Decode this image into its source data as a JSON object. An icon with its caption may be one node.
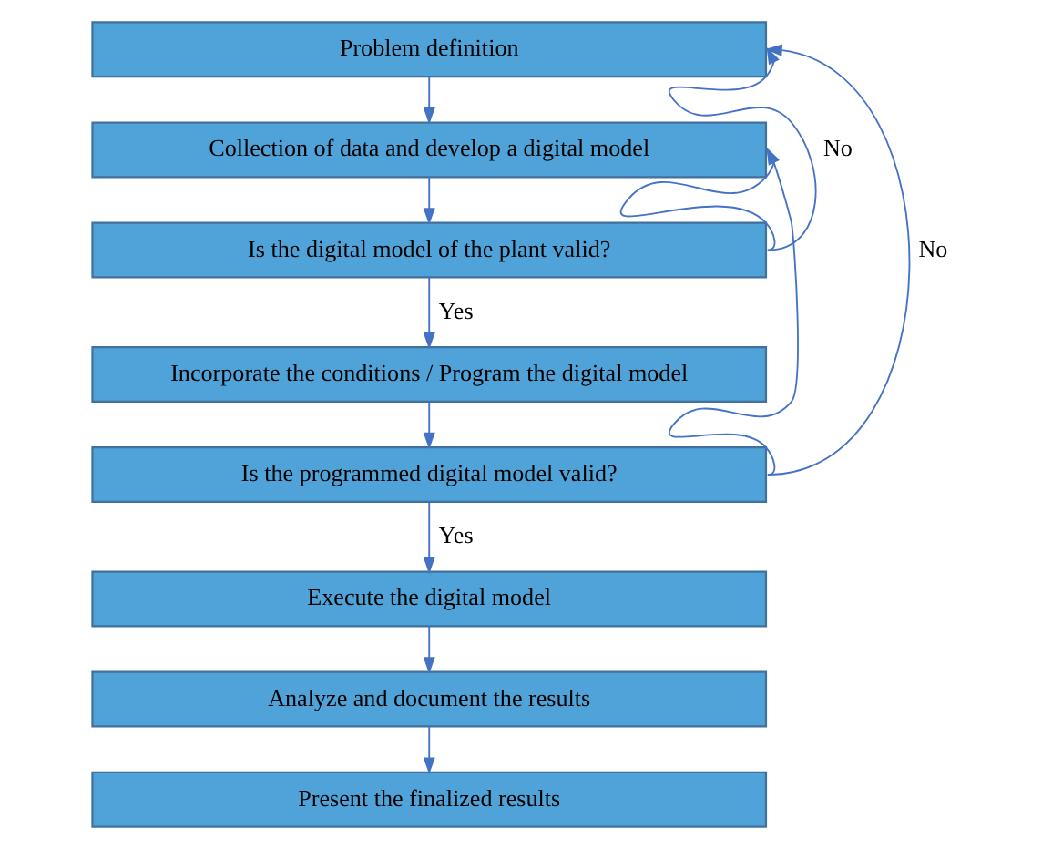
{
  "diagram": {
    "nodes": [
      {
        "text": [
          "Problem definition"
        ]
      },
      {
        "text": [
          "Collection of data and develop a digital model"
        ]
      },
      {
        "text": [
          "Is the digital model of the plant valid?"
        ]
      },
      {
        "text": [
          "Incorporate the conditions / Program the digital model"
        ]
      },
      {
        "text": [
          "Is the programmed digital model valid?"
        ]
      },
      {
        "text": [
          "Execute the digital model"
        ]
      },
      {
        "text": [
          "Analyze and document the results"
        ]
      },
      {
        "text": [
          "Present the finalized results"
        ]
      }
    ],
    "edges": [
      {
        "from": 0,
        "to": 1,
        "arrow": "to"
      },
      {
        "from": 1,
        "to": 2,
        "arrow": "to"
      },
      {
        "from": 2,
        "to": 3,
        "arrow": "to",
        "label": "Yes"
      },
      {
        "from": 3,
        "to": 4,
        "arrow": "to"
      },
      {
        "from": 4,
        "to": 5,
        "arrow": "to",
        "label": "Yes"
      },
      {
        "from": 5,
        "to": 6,
        "arrow": "to"
      },
      {
        "from": 6,
        "to": 7,
        "arrow": "to"
      },
      {
        "from": 2,
        "to": 0,
        "arrow": "to",
        "label": "No"
      },
      {
        "from": 2,
        "to": 1,
        "arrow": "to"
      },
      {
        "from": 4,
        "to": 0,
        "arrow": "to",
        "label": "No"
      },
      {
        "from": 4,
        "to": 1,
        "arrow": "to"
      }
    ]
  }
}
